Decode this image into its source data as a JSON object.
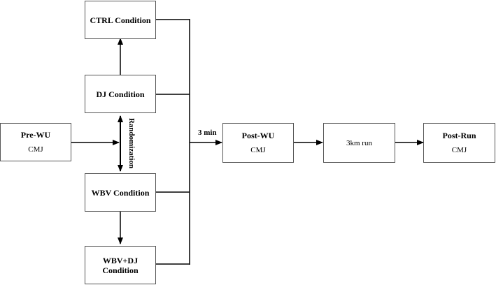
{
  "boxes": {
    "ctrl": {
      "title": "CTRL Condition"
    },
    "dj": {
      "title": "DJ Condition"
    },
    "wbv": {
      "title": "WBV Condition"
    },
    "wbvdj": {
      "title": "WBV+DJ\nCondition"
    },
    "prewu": {
      "title": "Pre-WU",
      "sub": "CMJ"
    },
    "postwu": {
      "title": "Post-WU",
      "sub": "CMJ"
    },
    "run": {
      "label": "3km run"
    },
    "postrun": {
      "title": "Post-Run",
      "sub": "CMJ"
    }
  },
  "labels": {
    "randomization": "Randomization",
    "wait": "3 min"
  }
}
